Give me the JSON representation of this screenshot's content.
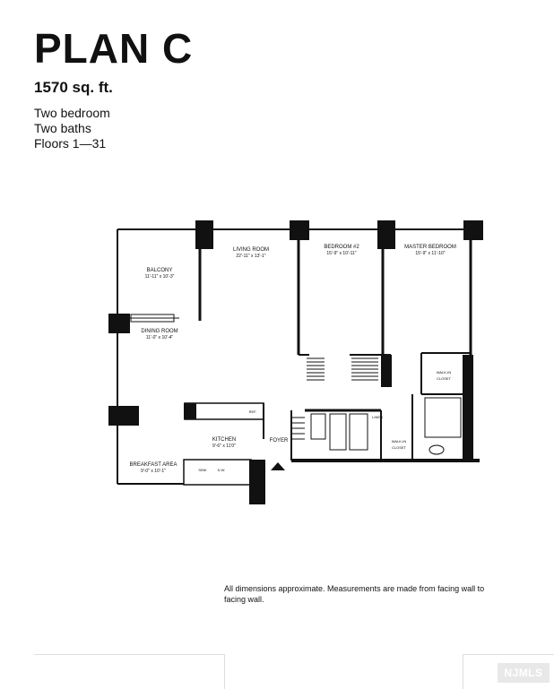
{
  "header": {
    "title": "PLAN C",
    "area": "1570 sq. ft.",
    "specs": [
      "Two bedroom",
      "Two baths",
      "Floors 1—31"
    ]
  },
  "rooms": {
    "living_room": {
      "name": "LIVING ROOM",
      "dims": "22'-11\" x 13'-1\""
    },
    "bedroom2": {
      "name": "BEDROOM #2",
      "dims": "15'-9\" x 10'-11\""
    },
    "master_bedroom": {
      "name": "MASTER BEDROOM",
      "dims": "15'-9\" x 11'-10\""
    },
    "balcony": {
      "name": "BALCONY",
      "dims": "11'-11\" x 10'-3\""
    },
    "dining_room": {
      "name": "DINING ROOM",
      "dims": "11'-0\" x 10'-4\""
    },
    "kitchen": {
      "name": "KITCHEN",
      "dims": "9'-6\" x 11'0\""
    },
    "breakfast_area": {
      "name": "BREAKFAST AREA",
      "dims": "9'-0\" x 10'-1\""
    },
    "foyer": {
      "name": "FOYER"
    },
    "walkin_closet_1": {
      "name": "WALK-IN CLOSET"
    },
    "walkin_closet_2": {
      "name": "WALK-IN CLOSET"
    },
    "linen": {
      "name": "LINEN"
    },
    "ref": {
      "name": "REF."
    },
    "sink": {
      "name": "SINK"
    },
    "dw": {
      "name": "D.W."
    }
  },
  "note": "All dimensions approximate. Measurements are made from facing wall to facing wall.",
  "logo": "NJMLS",
  "colors": {
    "wall": "#111111",
    "background": "#ffffff"
  }
}
